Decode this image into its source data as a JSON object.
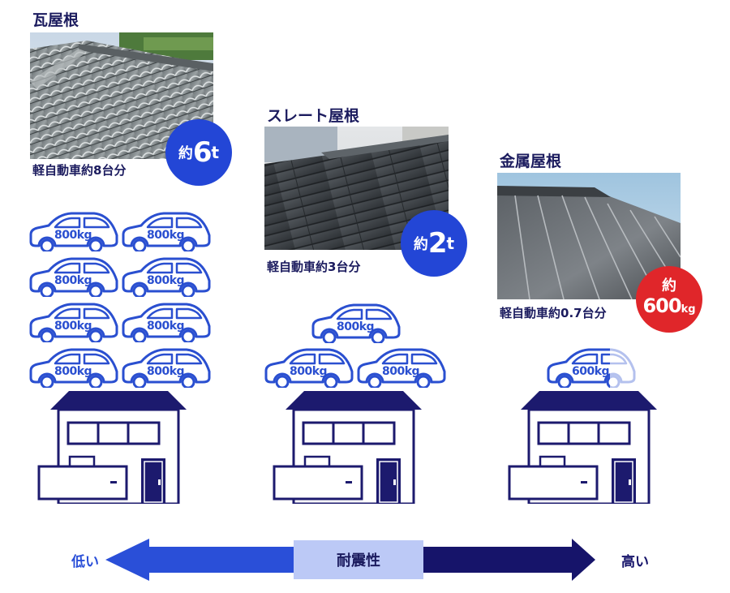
{
  "columns": [
    {
      "title": "瓦屋根",
      "caption": "軽自動車約8台分",
      "badge": {
        "prefix": "約",
        "number": "6",
        "unit": "t",
        "color": "#2346d6"
      }
    },
    {
      "title": "スレート屋根",
      "caption": "軽自動車約3台分",
      "badge": {
        "prefix": "約",
        "number": "2",
        "unit": "t",
        "color": "#2346d6"
      }
    },
    {
      "title": "金属屋根",
      "caption": "軽自動車約0.7台分",
      "badge": {
        "prefix": "約",
        "number": "600",
        "unit": "kg",
        "color": "#e0262a"
      }
    }
  ],
  "car_label": "800kg",
  "partial_car_label": "600kg",
  "axis": {
    "low": "低い",
    "center": "耐震性",
    "high": "高い",
    "low_color": "#2a4fd8",
    "high_color": "#16146a"
  },
  "colors": {
    "navy": "#1c1a6e",
    "car_blue": "#2a4fd0"
  }
}
